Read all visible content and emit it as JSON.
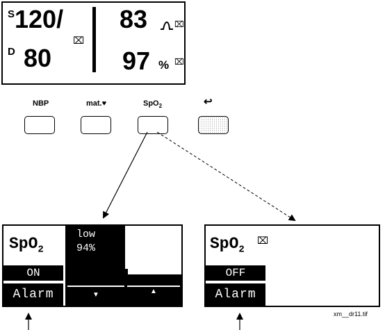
{
  "monitor": {
    "sys_label": "S",
    "sys_value": "120/",
    "dia_label": "D",
    "dia_value": "80",
    "hr_value": "83",
    "spo2_value": "97",
    "percent": "%",
    "alarm_off_symbol": "⌧"
  },
  "keys": [
    {
      "label": "NBP"
    },
    {
      "label": "mat.♥"
    },
    {
      "label": "SpO",
      "sub": "2"
    },
    {
      "label": "↩"
    }
  ],
  "panel_left": {
    "title": "SpO",
    "title_sub": "2",
    "state": "ON",
    "alarm": "Alarm",
    "limit_label": "low",
    "limit_value": "94%",
    "down_arrow": "▼",
    "up_arrow": "▲"
  },
  "panel_right": {
    "title": "SpO",
    "title_sub": "2",
    "state": "OFF",
    "alarm": "Alarm"
  },
  "file_name": "xm__dr11.tif"
}
